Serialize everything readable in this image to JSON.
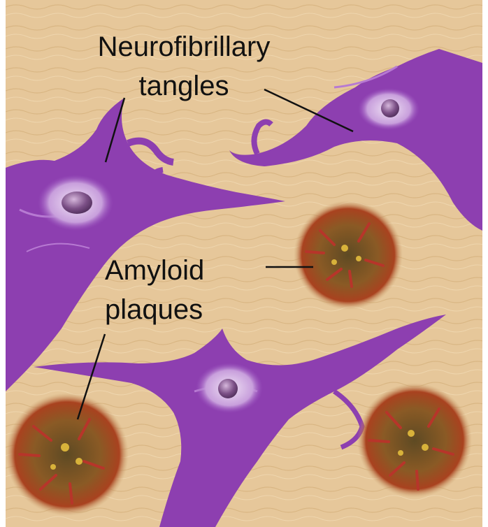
{
  "labels": {
    "tangles_line1": "Neurofibrillary",
    "tangles_line2": "tangles",
    "plaques_line1": "Amyloid",
    "plaques_line2": "plaques"
  },
  "colors": {
    "background_tissue": "#e7c99a",
    "neuron_body": "#8d3fb0",
    "neuron_highlight": "#b77ad2",
    "nucleus": "#6f4a7a",
    "plaque_core": "#7a5a2a",
    "plaque_red": "#b7352a",
    "label_text": "#111111",
    "pointer_line": "#111111"
  }
}
